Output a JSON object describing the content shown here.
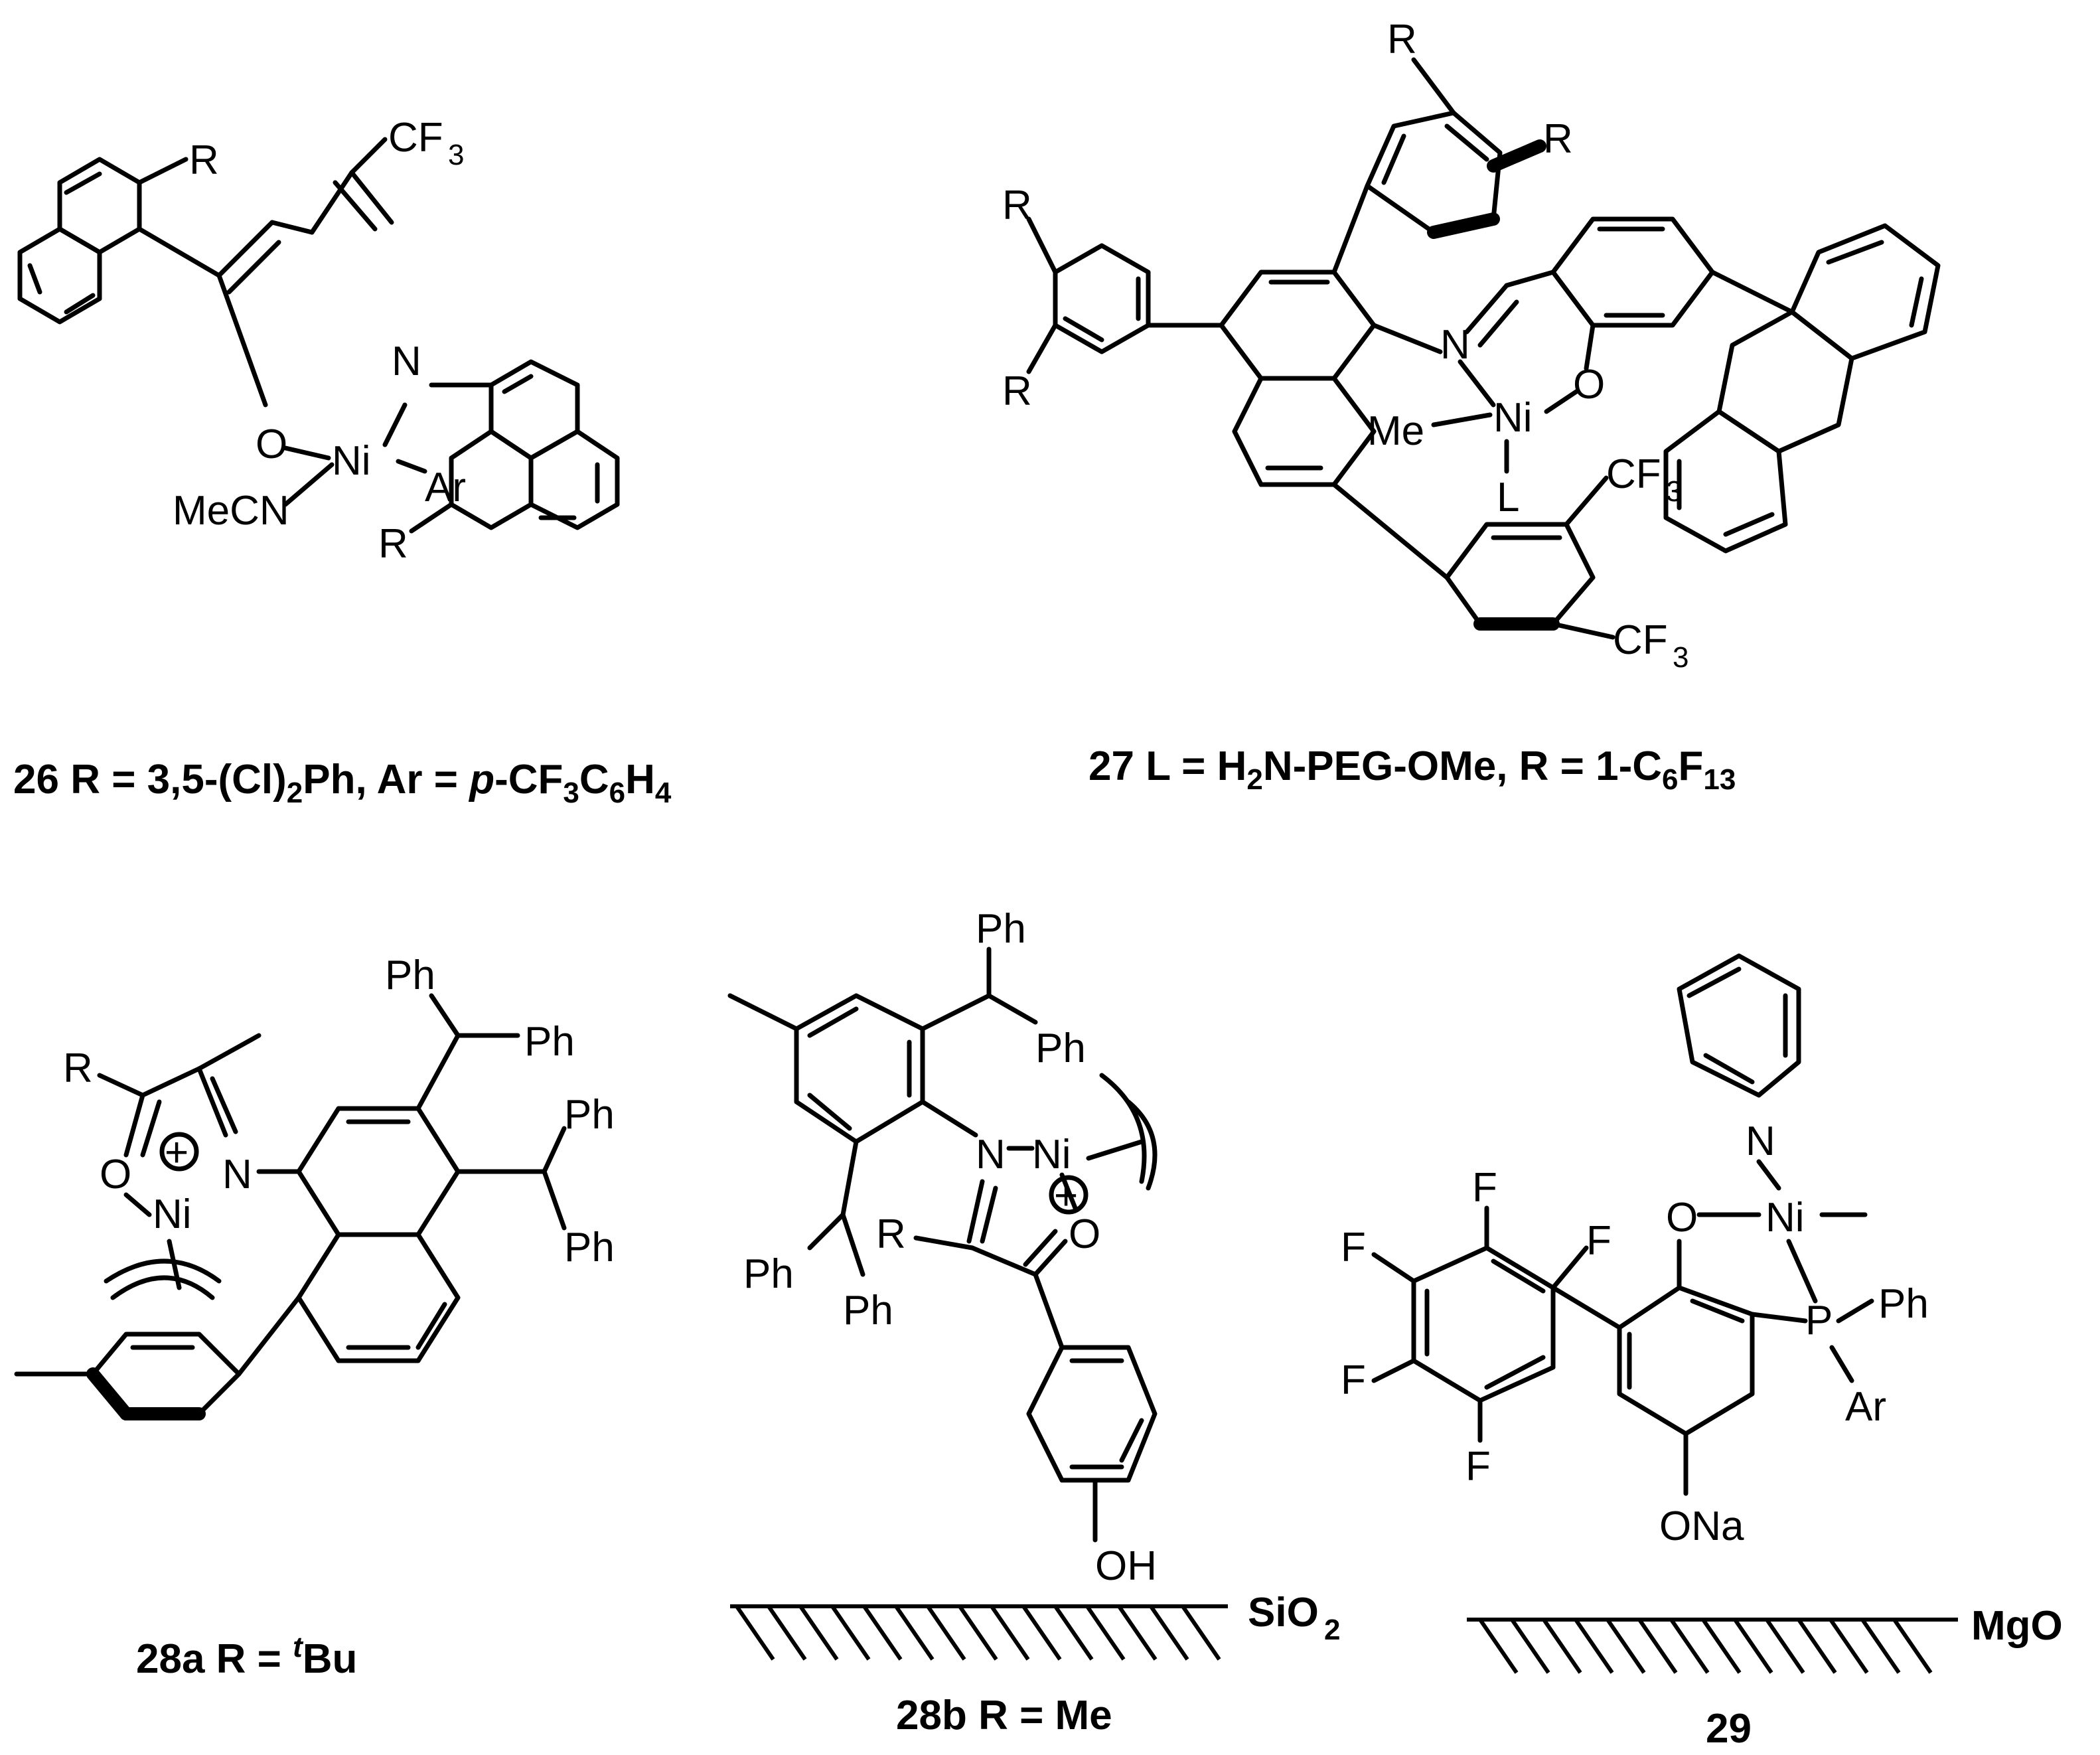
{
  "compounds": [
    {
      "id": "26",
      "caption": {
        "label": "26",
        "text1": " R = 3,5-(Cl)",
        "s1": "2",
        "text2": "Ph, Ar = ",
        "it": "p",
        "text3": "-CF",
        "s2": "3",
        "text4": "C",
        "s3": "6",
        "text5": "H",
        "s4": "4"
      }
    },
    {
      "id": "27",
      "caption": {
        "label": "27",
        "text1": " L = H",
        "s1": "2",
        "text2": "N-PEG-OMe, R = 1-C",
        "s2": "6",
        "text3": "F",
        "s3": "13"
      }
    },
    {
      "id": "28a",
      "caption": {
        "label": "28a",
        "text1": " R = ",
        "sup": "t",
        "text2": "Bu"
      }
    },
    {
      "id": "28b",
      "caption": {
        "label": "28b",
        "text1": " R = Me"
      }
    },
    {
      "id": "29",
      "caption": {
        "label": "29"
      }
    }
  ],
  "atoms": {
    "R": "R",
    "CF3": "CF",
    "three": "3",
    "N": "N",
    "O": "O",
    "Ni": "Ni",
    "Ar": "Ar",
    "MeCN": "MeCN",
    "Me": "Me",
    "L": "L",
    "Ph": "Ph",
    "OH": "OH",
    "F": "F",
    "P": "P",
    "ONa": "ONa",
    "plus": "+"
  },
  "supports": {
    "silica": "SiO",
    "silica_sub": "2",
    "magnesia": "MgO"
  }
}
